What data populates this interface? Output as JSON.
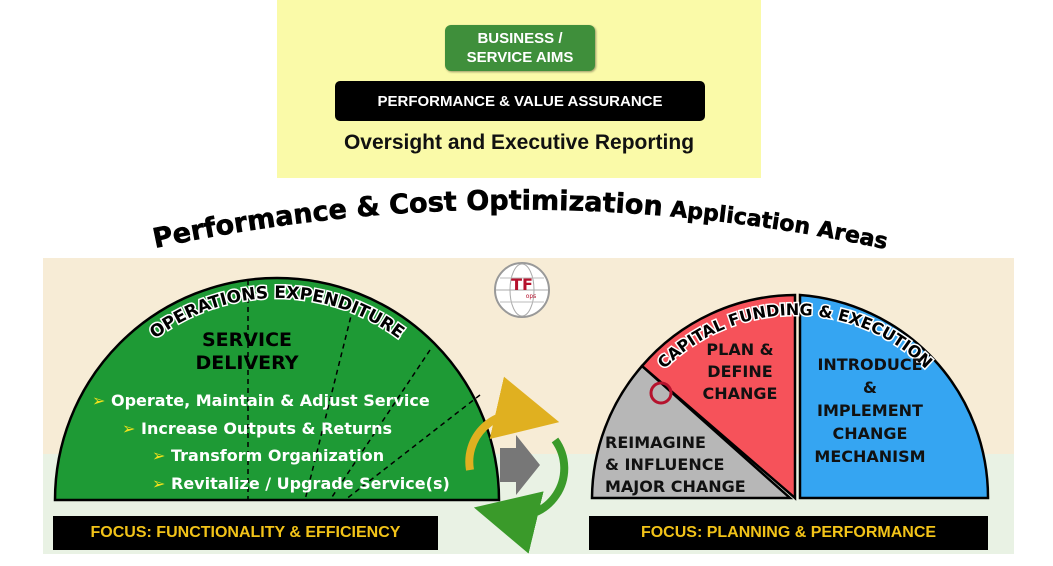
{
  "header": {
    "aims_line1": "BUSINESS /",
    "aims_line2": "SERVICE AIMS",
    "assurance": "PERFORMANCE & VALUE ASSURANCE",
    "oversight": "Oversight and Executive Reporting"
  },
  "title": {
    "main": "Performance & Cost Optimization",
    "suffix": "Application Areas"
  },
  "logo": {
    "letters": "TF",
    "sub": "ops"
  },
  "left_area": {
    "arc_label": "OPERATIONS EXPENDITURE",
    "heading_line1": "SERVICE",
    "heading_line2": "DELIVERY",
    "items": [
      "Operate, Maintain & Adjust Service",
      "Increase Outputs & Returns",
      "Transform Organization",
      "Revitalize / Upgrade Service(s)"
    ],
    "focus": "FOCUS: FUNCTIONALITY & EFFICIENCY"
  },
  "right_area": {
    "arc_label": "CAPITAL FUNDING & EXECUTION",
    "reimagine": [
      "REIMAGINE",
      "& INFLUENCE",
      "MAJOR CHANGE"
    ],
    "plan": [
      "PLAN &",
      "DEFINE",
      "CHANGE"
    ],
    "introduce": [
      "INTRODUCE",
      "&",
      "IMPLEMENT",
      "CHANGE",
      "MECHANISM"
    ],
    "focus": "FOCUS: PLANNING & PERFORMANCE"
  },
  "colors": {
    "green": "#1e9a35",
    "red": "#f6525a",
    "blue": "#35a5f2",
    "gray": "#b7b7b7",
    "focus_text": "#f2c318",
    "top_panel": "#fafaa8"
  }
}
